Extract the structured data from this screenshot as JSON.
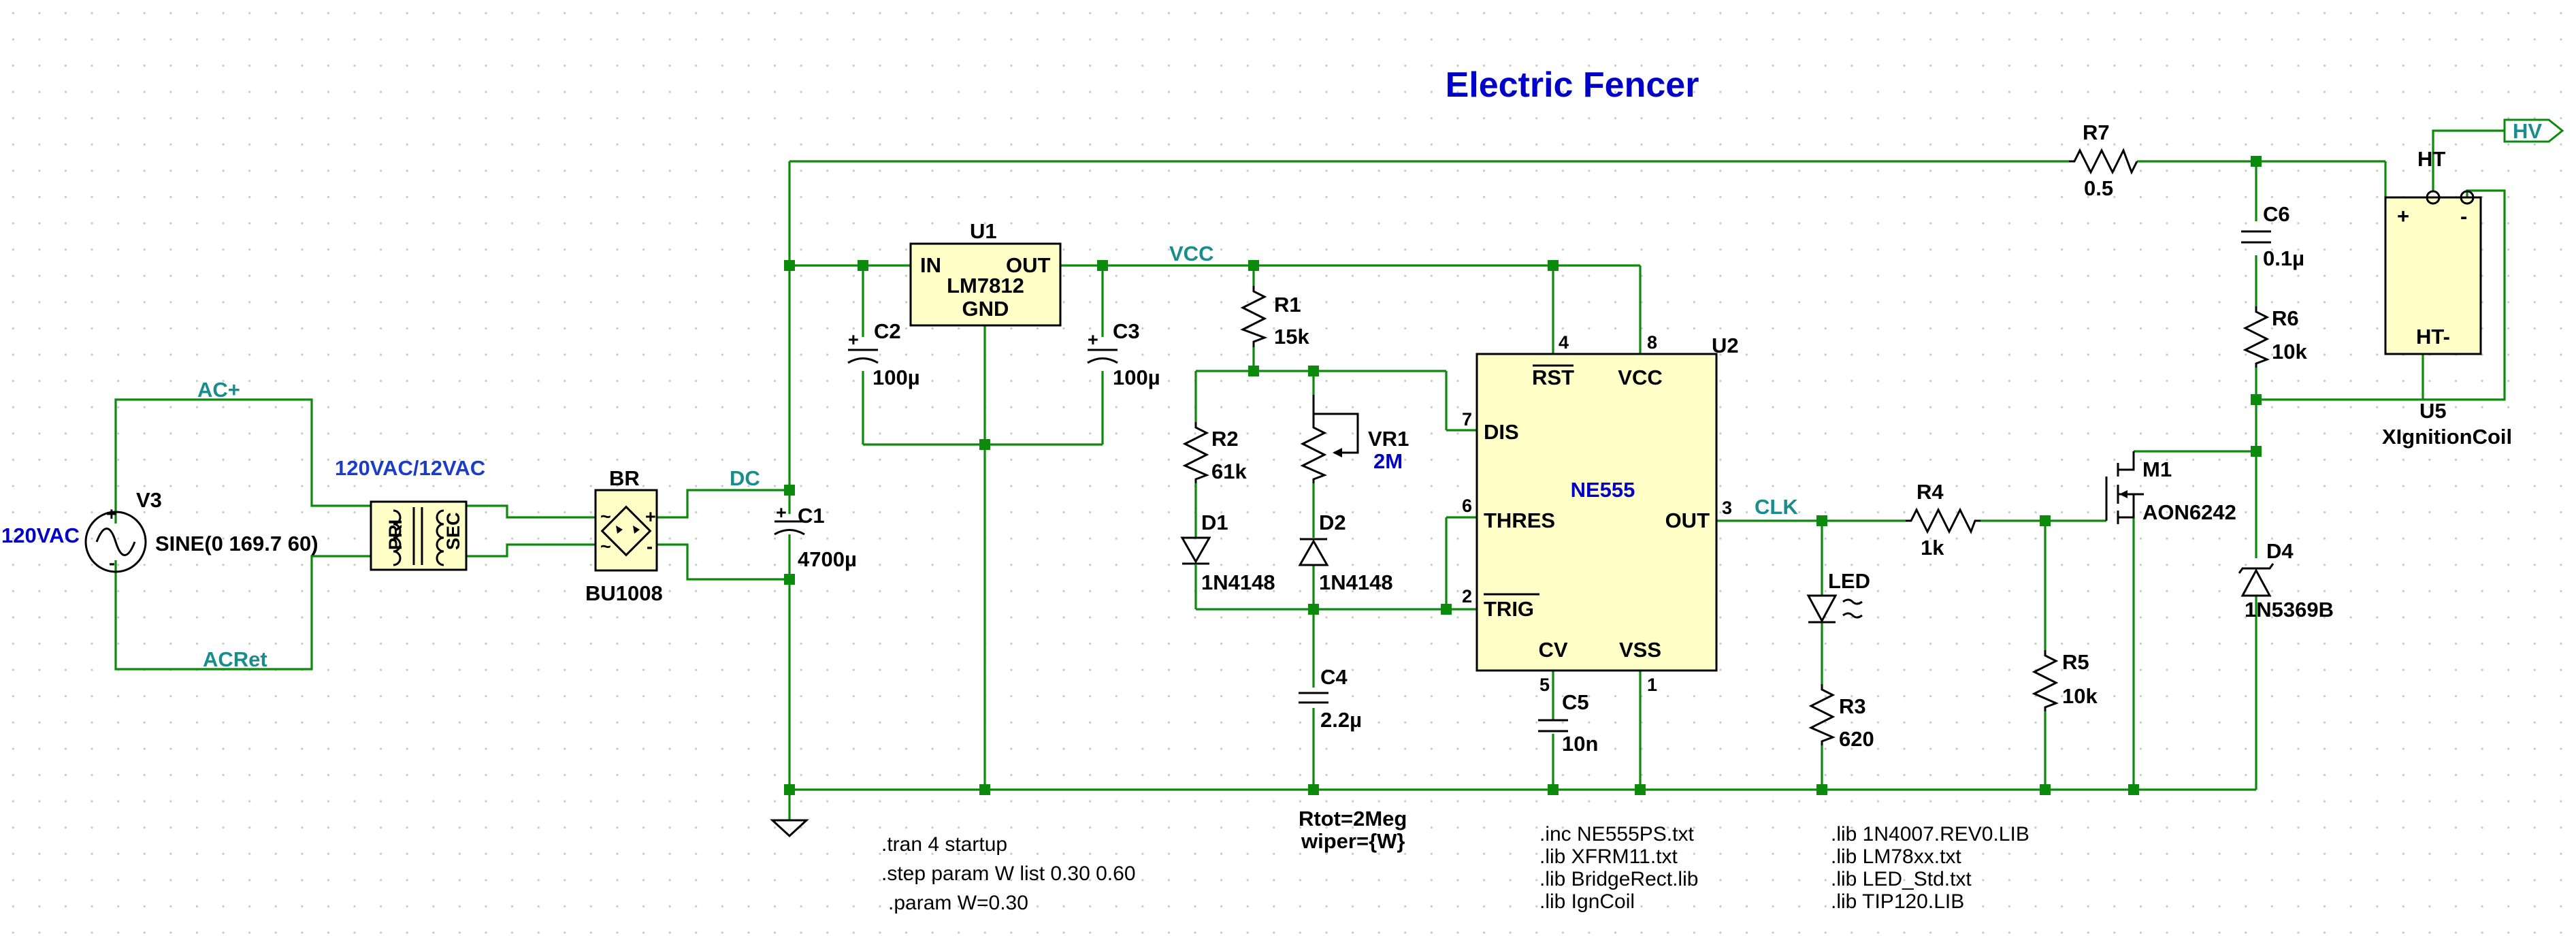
{
  "title": "Electric Fencer",
  "nets": {
    "acp": "AC+",
    "acret": "ACRet",
    "dc": "DC",
    "vcc": "VCC",
    "clk": "CLK",
    "hv": "HV"
  },
  "source": {
    "name": "V3",
    "value": "SINE(0 169.7 60)",
    "label": "120VAC"
  },
  "transformer": {
    "name": "120VAC/12VAC",
    "pri": "PRI",
    "sec": "SEC"
  },
  "bridge": {
    "name": "BR",
    "part": "BU1008"
  },
  "caps": {
    "c1": {
      "name": "C1",
      "value": "4700µ"
    },
    "c2": {
      "name": "C2",
      "value": "100µ"
    },
    "c3": {
      "name": "C3",
      "value": "100µ"
    },
    "c4": {
      "name": "C4",
      "value": "2.2µ"
    },
    "c5": {
      "name": "C5",
      "value": "10n"
    },
    "c6": {
      "name": "C6",
      "value": "0.1µ"
    }
  },
  "regulator": {
    "name": "U1",
    "part": "LM7812",
    "in": "IN",
    "out": "OUT",
    "gnd": "GND"
  },
  "resistors": {
    "r1": {
      "name": "R1",
      "value": "15k"
    },
    "r2": {
      "name": "R2",
      "value": "61k"
    },
    "r3": {
      "name": "R3",
      "value": "620"
    },
    "r4": {
      "name": "R4",
      "value": "1k"
    },
    "r5": {
      "name": "R5",
      "value": "10k"
    },
    "r6": {
      "name": "R6",
      "value": "10k"
    },
    "r7": {
      "name": "R7",
      "value": "0.5"
    }
  },
  "pot": {
    "name": "VR1",
    "value": "2M",
    "rtot": "Rtot=2Meg",
    "wiper": "wiper={W}"
  },
  "diodes": {
    "d1": {
      "name": "D1",
      "part": "1N4148"
    },
    "d2": {
      "name": "D2",
      "part": "1N4148"
    },
    "d4": {
      "name": "D4",
      "part": "1N5369B"
    },
    "led": {
      "name": "LED"
    }
  },
  "timer": {
    "name": "U2",
    "part": "NE555",
    "pins": {
      "rst": "RST",
      "vcc": "VCC",
      "dis": "DIS",
      "thres": "THRES",
      "out": "OUT",
      "trig": "TRIG",
      "cv": "CV",
      "vss": "VSS"
    },
    "pin_numbers": {
      "rst": "4",
      "vcc": "8",
      "dis": "7",
      "thres": "6",
      "out": "3",
      "trig": "2",
      "cv": "5",
      "vss": "1"
    }
  },
  "mosfet": {
    "name": "M1",
    "part": "AON6242"
  },
  "coil": {
    "name": "U5",
    "part": "XIgnitionCoil",
    "ht": "HT",
    "htm": "HT-",
    "plus": "+",
    "minus": "-"
  },
  "directives": {
    "sim": [
      ".tran 4 startup",
      ".step param W list 0.30 0.60",
      ".param W=0.30"
    ],
    "inc": [
      ".inc NE555PS.txt",
      ".lib XFRM11.txt",
      ".lib BridgeRect.lib",
      ".lib IgnCoil"
    ],
    "libs": [
      ".lib 1N4007.REV0.LIB",
      ".lib LM78xx.txt",
      ".lib LED_Std.txt",
      ".lib TIP120.LIB"
    ]
  }
}
